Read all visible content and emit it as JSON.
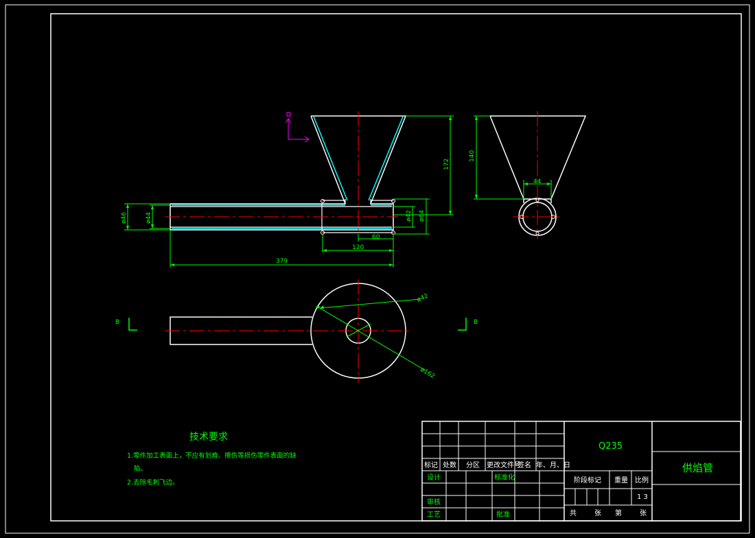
{
  "colors": {
    "background": "#000000",
    "outline": "#ffffff",
    "dimension": "#00ff00",
    "centerline": "#ff0000",
    "hatch": "#00ffff",
    "ucs": "#ff00ff"
  },
  "front_view": {
    "dims": {
      "d46": "ø46",
      "d44": "ø44",
      "d42": "ø42",
      "d64": "ø64",
      "len120": "120",
      "len60": "60",
      "len379": "379",
      "h172": "172"
    }
  },
  "side_view": {
    "dims": {
      "h140": "140",
      "w44": "44"
    }
  },
  "top_view": {
    "section_left": "B",
    "section_right": "B",
    "dims": {
      "d42": "ø42",
      "d162": "ø162"
    }
  },
  "tech_req": {
    "title": "技术要求",
    "line1": "1.零件加工表面上，不应有划痕、擦伤等损伤零件表面的缺",
    "line1b": "陷。",
    "line2": "2.去除毛刺飞边。"
  },
  "title_block": {
    "material": "Q235",
    "part_name": "供焰管",
    "rev_headers": [
      "标记",
      "处数",
      "分区",
      "更改文件号",
      "签名",
      "年、月、日"
    ],
    "design": "设计",
    "standardization": "标准化",
    "stage_mark": "阶段标记",
    "weight": "重量",
    "scale": "比例",
    "scale_value": "1 3",
    "review": "审核",
    "process": "工艺",
    "approve": "批准",
    "total": "共",
    "sheets1": "张",
    "page": "第",
    "sheets2": "张"
  }
}
